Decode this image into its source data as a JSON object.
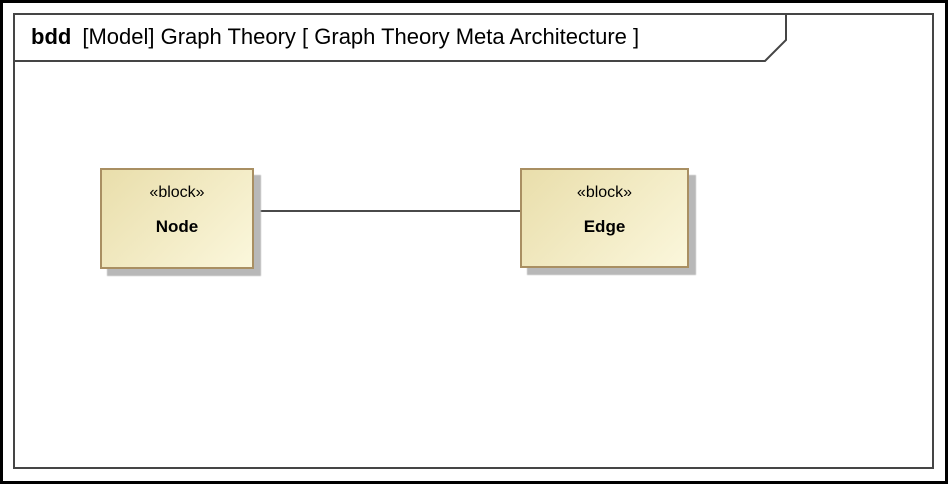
{
  "diagram": {
    "title": {
      "keyword": "bdd",
      "label": "[Model] Graph Theory [ Graph Theory Meta Architecture ]"
    },
    "blocks": [
      {
        "stereotype": "«block»",
        "name": "Node"
      },
      {
        "stereotype": "«block»",
        "name": "Edge"
      }
    ],
    "connector": {
      "from": "Node",
      "to": "Edge"
    },
    "colors": {
      "outer_border": "#000000",
      "frame_border": "#454545",
      "tab_fill": "#ffffff",
      "block_border": "#a98f62",
      "block_fill_dark": "#e9deab",
      "block_fill_light": "#fbf7dc",
      "block_shadow": "#b8b8b8",
      "connector": "#4a4a4a"
    }
  }
}
